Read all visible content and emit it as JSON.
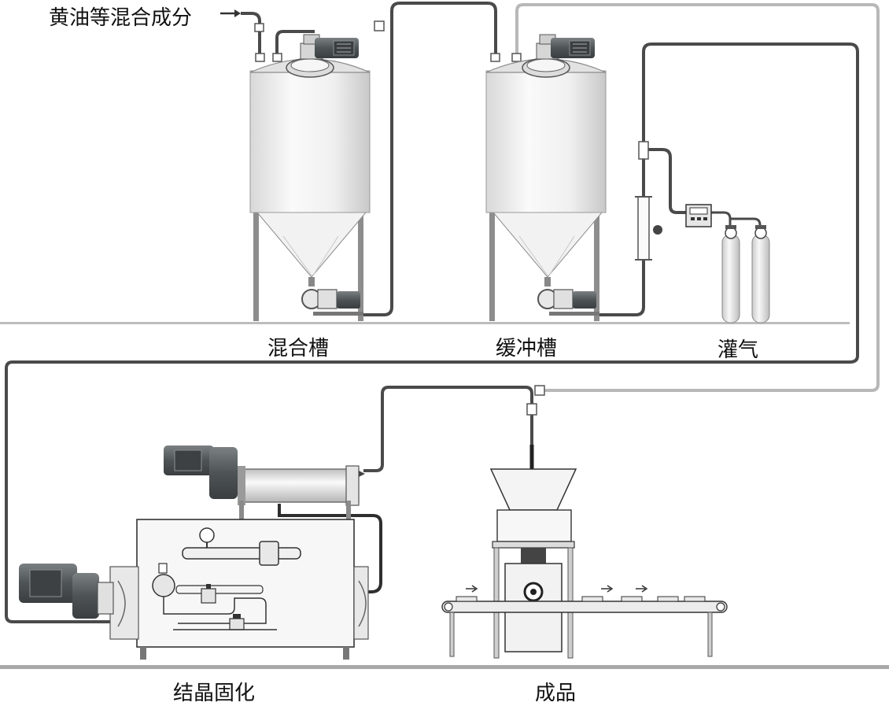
{
  "input_label": "黄油等混合成分",
  "stations": {
    "mixing_tank": "混合槽",
    "buffer_tank": "缓冲槽",
    "gas_filling": "灌气",
    "crystallization": "结晶固化",
    "product": "成品"
  },
  "colors": {
    "pipe_dark": "#4a4a4a",
    "pipe_light": "#b8b8b8",
    "tank_fill": "#f4f4f4",
    "floor": "#bdbdbd",
    "motor": "#5a5f60"
  }
}
